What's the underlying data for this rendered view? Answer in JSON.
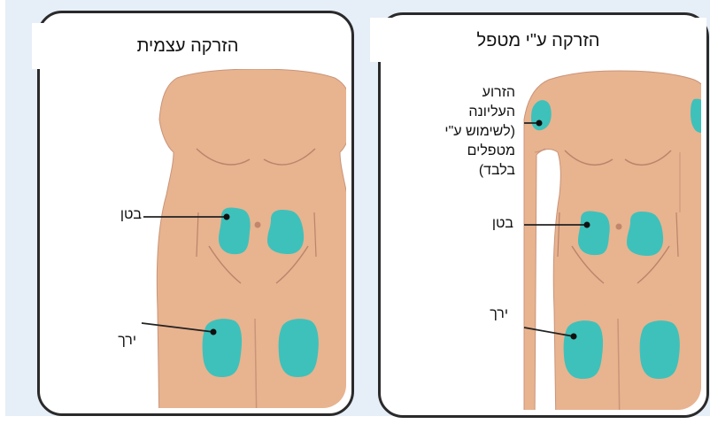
{
  "colors": {
    "skin": "#e8b38f",
    "skin_line": "#b9846a",
    "site": "#3ec1bb",
    "frame": "#2a2a2a",
    "background": "#e6eef7"
  },
  "panels": {
    "self": {
      "title": "הזרקה עצמית",
      "labels": {
        "abdomen": "בטן",
        "thigh": "ירך"
      }
    },
    "caregiver": {
      "title": "הזרקה ע\"י מטפל",
      "labels": {
        "upper_arm_lines": [
          "הזרוע",
          "העליונה",
          "(לשימוש ע\"י",
          "מטפלים",
          "בלבד)"
        ],
        "abdomen": "בטן",
        "thigh": "ירך"
      }
    }
  }
}
